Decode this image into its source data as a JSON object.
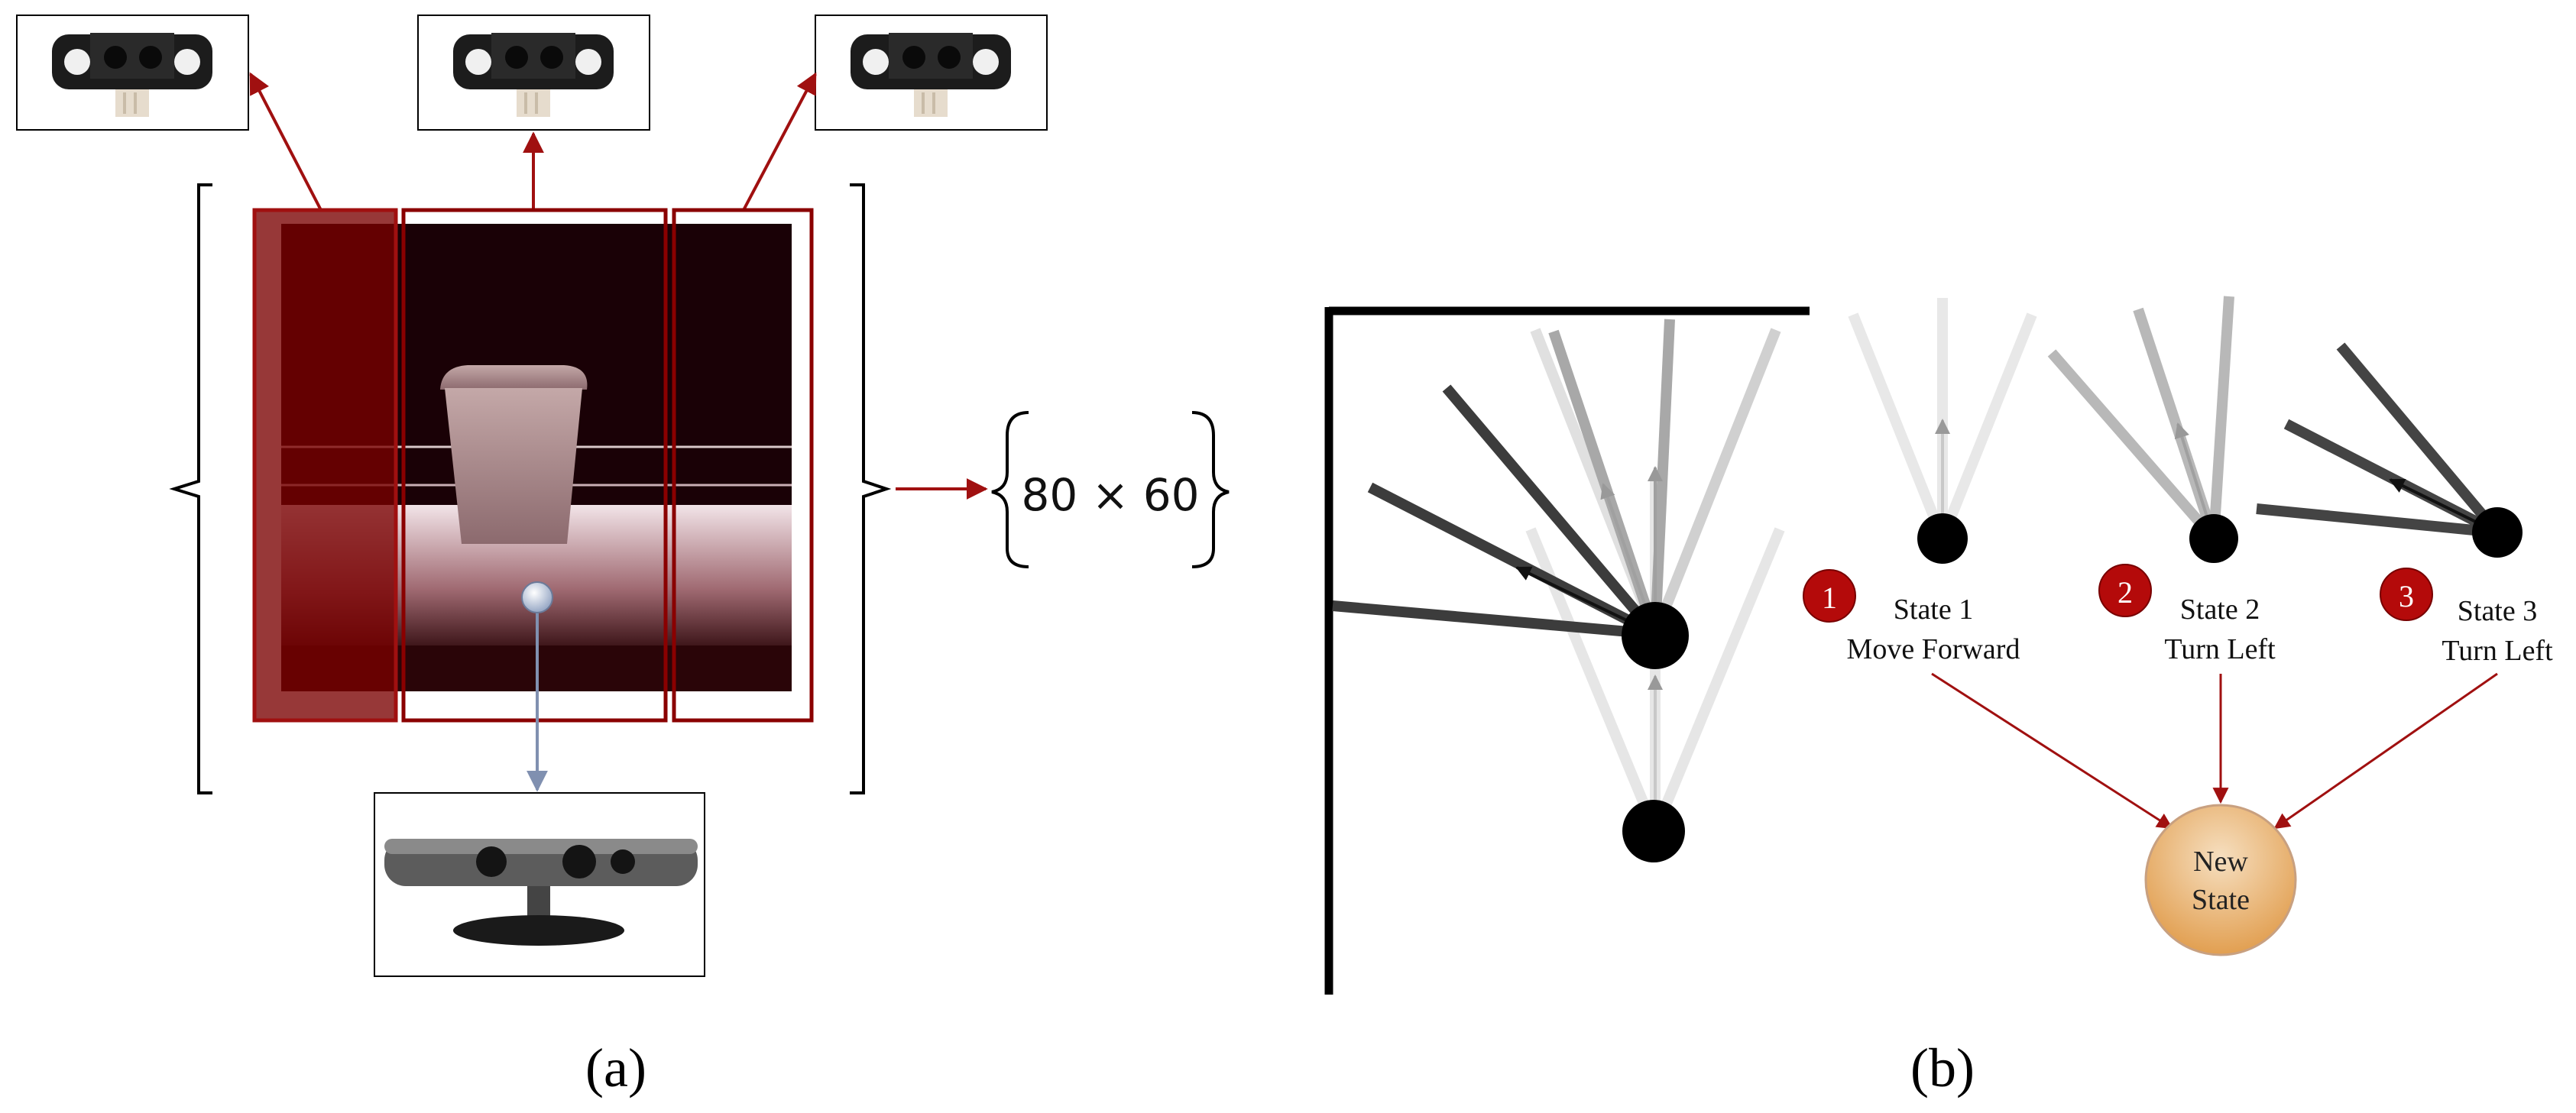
{
  "panel_a": {
    "label": "(a)",
    "dimension_label": "80 × 60"
  },
  "panel_b": {
    "label": "(b)",
    "states": [
      {
        "number": "1",
        "title": "State 1",
        "action": "Move Forward"
      },
      {
        "number": "2",
        "title": "State 2",
        "action": "Turn Left"
      },
      {
        "number": "3",
        "title": "State 3",
        "action": "Turn Left"
      }
    ],
    "result": {
      "line1": "New",
      "line2": "State"
    }
  },
  "colors": {
    "accent_red": "#a01010",
    "panel_red": "#7a0000",
    "new_state_fill": "#e6b06c",
    "kinect_arrow": "#8090b0"
  }
}
